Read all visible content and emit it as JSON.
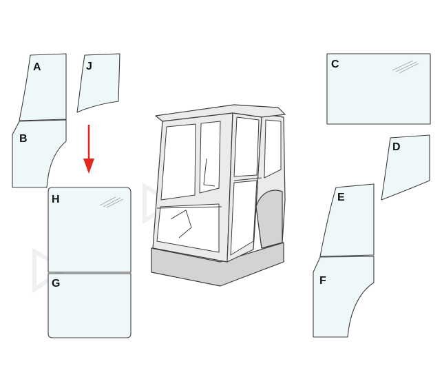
{
  "panels": [
    {
      "id": "a",
      "label": "A"
    },
    {
      "id": "b",
      "label": "B"
    },
    {
      "id": "j",
      "label": "J"
    },
    {
      "id": "h",
      "label": "H"
    },
    {
      "id": "g",
      "label": "G"
    },
    {
      "id": "c",
      "label": "C"
    },
    {
      "id": "d",
      "label": "D"
    },
    {
      "id": "e",
      "label": "E"
    },
    {
      "id": "f",
      "label": "F"
    }
  ],
  "colors": {
    "glass_fill": "#eef8f8",
    "outline": "#3c3c3c",
    "arrow": "#e0281c",
    "cab_fill": "#eceaea"
  }
}
